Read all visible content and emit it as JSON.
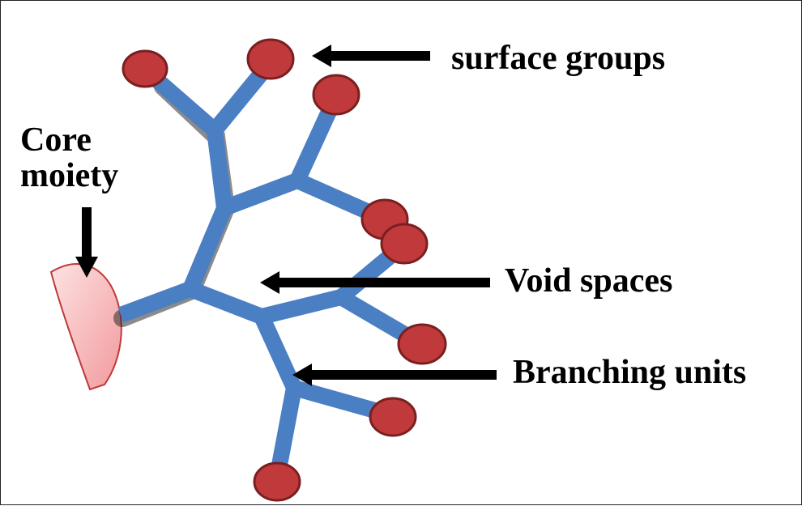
{
  "labels": {
    "surface_groups": "surface groups",
    "core_line1": "Core",
    "core_line2": "moiety",
    "void_spaces": "Void spaces",
    "branching_units": "Branching units"
  },
  "colors": {
    "branch": "#4a7fc4",
    "branch_shadow": "#2b2b2b",
    "surface_group": "#c0393b",
    "surface_group_stroke": "#7a1f20",
    "core_fill": "#f7b6b8",
    "core_stroke": "#c0393b",
    "arrow": "#000000"
  }
}
